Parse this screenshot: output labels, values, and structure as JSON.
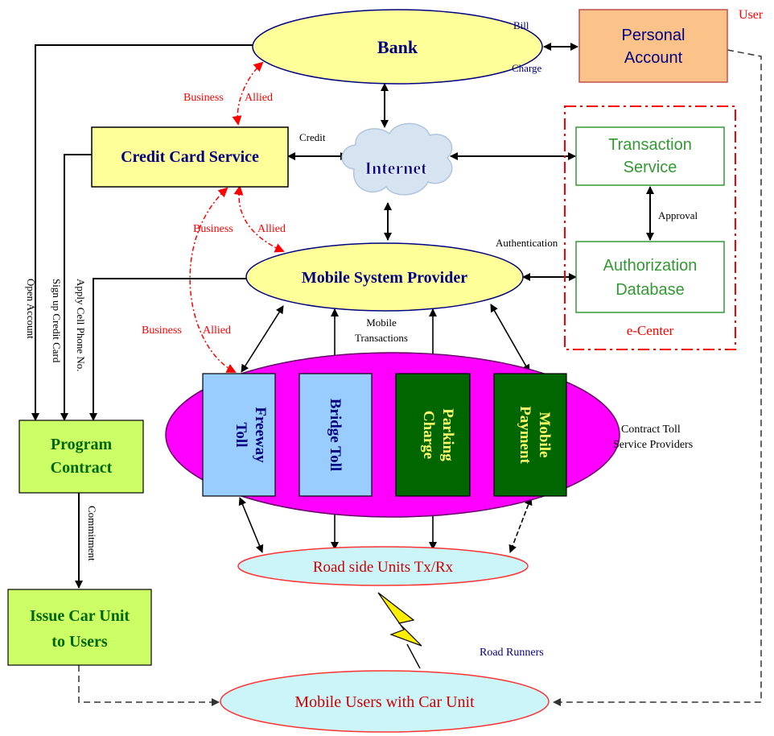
{
  "nodes": {
    "bank": "Bank",
    "personal_account": [
      "Personal",
      "Account"
    ],
    "user_label": "User",
    "credit_card_service": "Credit Card Service",
    "internet": "Internet",
    "transaction_service": [
      "Transaction",
      "Service"
    ],
    "authorization_database": [
      "Authorization",
      "Database"
    ],
    "e_center": "e-Center",
    "mobile_system_provider": "Mobile System Provider",
    "freeway_toll": [
      "Freeway",
      "Toll"
    ],
    "bridge_toll": [
      "Bridge Toll"
    ],
    "parking_charge": [
      "Parking",
      "Charge"
    ],
    "mobile_payment": [
      "Mobile",
      "Payment"
    ],
    "contract_toll_providers": [
      "Contract Toll",
      "Service Providers"
    ],
    "program_contract": [
      "Program",
      "Contract"
    ],
    "issue_car_unit": [
      "Issue Car Unit",
      "to Users"
    ],
    "road_side_units": "Road side Units Tx/Rx",
    "mobile_users": "Mobile Users with Car Unit",
    "road_runners": "Road Runners"
  },
  "edge_labels": {
    "bill": "Bill",
    "charge": "Charge",
    "credit": "Credit",
    "approval": "Approval",
    "authentication": "Authentication",
    "business_1": "Business",
    "allied_1": "Allied",
    "business_2": "Business",
    "allied_2": "Allied",
    "business_3": "Business",
    "allied_3": "Allied",
    "mobile_transactions": [
      "Mobile",
      "Transactions"
    ],
    "open_account": "Open Account",
    "sign_up_credit_card": "Sign up Credit Card",
    "apply_cell_phone": "Apply Cell Phone No.",
    "commitment": "Commitment"
  },
  "colors": {
    "oval_yellow": "#ffff99",
    "oval_cyan": "#ccf5fa",
    "box_yellow": "#ffff99",
    "box_green_light": "#ccff66",
    "box_orange": "#fbc28a",
    "magenta": "#ff00ff",
    "box_blue": "#99ccff",
    "box_green_dark": "#006600",
    "navy": "#000080",
    "red": "#ff0000",
    "green_text": "#339933"
  }
}
